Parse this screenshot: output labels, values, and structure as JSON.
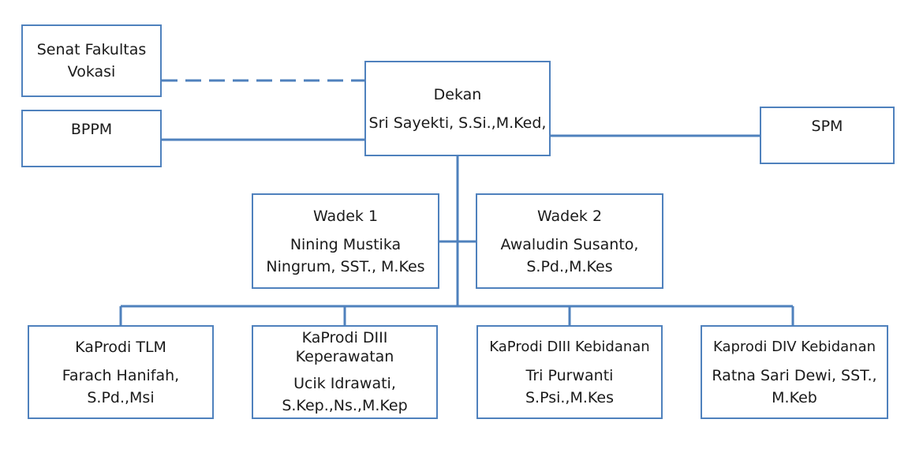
{
  "colors": {
    "line": "#4f81bd",
    "text": "#1a1a1a",
    "background": "#ffffff"
  },
  "nodes": {
    "senat": {
      "lines": [
        "Senat Fakultas",
        "Vokasi"
      ]
    },
    "dekan": {
      "title": "Dekan",
      "name": "Sri Sayekti, S.Si.,M.Ked,"
    },
    "bppm": {
      "title": "BPPM"
    },
    "spm": {
      "title": "SPM"
    },
    "wadek1": {
      "title": "Wadek 1",
      "name": "Nining Mustika\nNingrum, SST., M.Kes"
    },
    "wadek2": {
      "title": "Wadek 2",
      "name": "Awaludin Susanto,\nS.Pd.,M.Kes"
    },
    "kaprodi_tlm": {
      "title": "KaProdi TLM",
      "name": "Farach Hanifah,\nS.Pd.,Msi"
    },
    "kaprodi_d3_kep": {
      "title": "KaProdi DIII\nKeperawatan",
      "name": "Ucik Idrawati,\nS.Kep.,Ns.,M.Kep"
    },
    "kaprodi_d3_keb": {
      "title": "KaProdi DIII Kebidanan",
      "name": "Tri Purwanti\nS.Psi.,M.Kes"
    },
    "kaprodi_d4_keb": {
      "title": "Kaprodi DIV Kebidanan",
      "name": "Ratna Sari Dewi, SST.,\nM.Keb"
    }
  }
}
